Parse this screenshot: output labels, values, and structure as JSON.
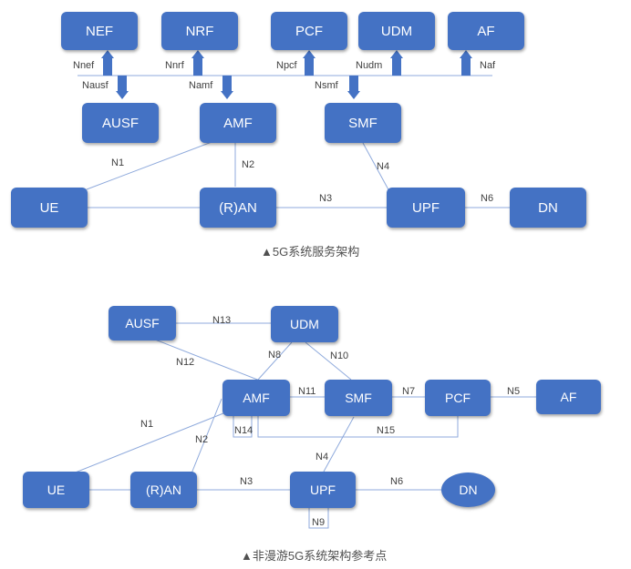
{
  "diagram1": {
    "nodes": {
      "nef": "NEF",
      "nrf": "NRF",
      "pcf": "PCF",
      "udm": "UDM",
      "af": "AF",
      "ausf": "AUSF",
      "amf": "AMF",
      "smf": "SMF",
      "ue": "UE",
      "ran": "(R)AN",
      "upf": "UPF",
      "dn": "DN"
    },
    "interfaces": {
      "nnef": "Nnef",
      "nnrf": "Nnrf",
      "npcf": "Npcf",
      "nudm": "Nudm",
      "naf": "Naf",
      "nausf": "Nausf",
      "namf": "Namf",
      "nsmf": "Nsmf"
    },
    "links": {
      "n1": "N1",
      "n2": "N2",
      "n3": "N3",
      "n4": "N4",
      "n6": "N6"
    },
    "caption": "▲5G系统服务架构"
  },
  "diagram2": {
    "nodes": {
      "ausf": "AUSF",
      "udm": "UDM",
      "amf": "AMF",
      "smf": "SMF",
      "pcf": "PCF",
      "af": "AF",
      "ue": "UE",
      "ran": "(R)AN",
      "upf": "UPF",
      "dn": "DN"
    },
    "links": {
      "n13": "N13",
      "n12": "N12",
      "n8": "N8",
      "n10": "N10",
      "n11": "N11",
      "n7": "N7",
      "n5": "N5",
      "n1": "N1",
      "n2": "N2",
      "n14": "N14",
      "n15": "N15",
      "n4": "N4",
      "n3": "N3",
      "n6": "N6",
      "n9": "N9"
    },
    "caption": "▲非漫游5G系统架构参考点"
  },
  "colors": {
    "node_fill": "#4472c4",
    "line": "#8faadc",
    "text_on_node": "#ffffff"
  }
}
